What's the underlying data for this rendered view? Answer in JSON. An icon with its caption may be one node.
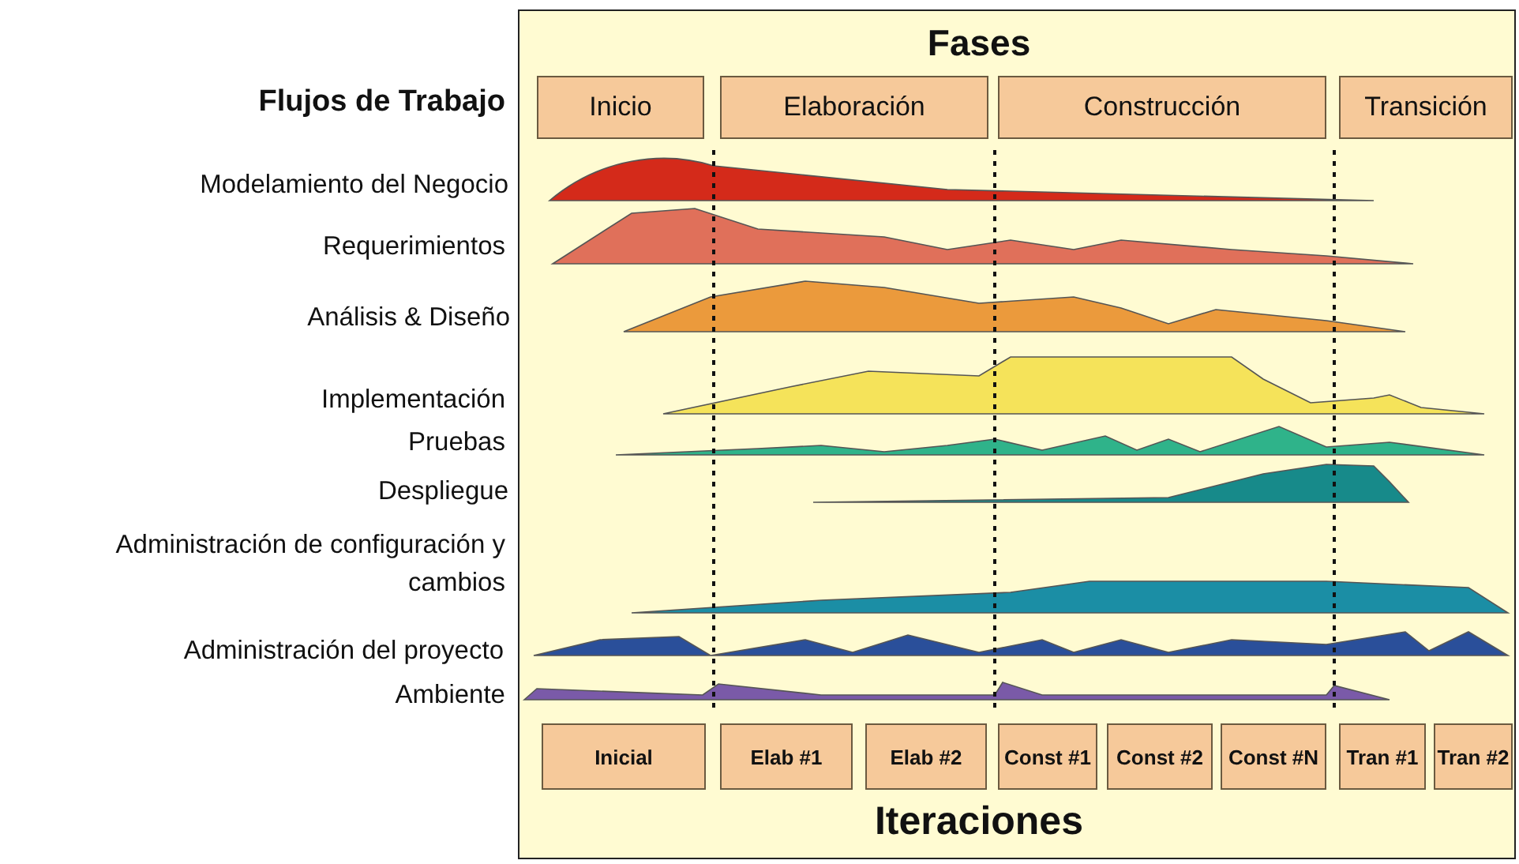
{
  "diagram": {
    "nodes": [
      {
        "text": [
          "Inicio"
        ]
      },
      {
        "text": [
          "Elaboración"
        ]
      },
      {
        "text": [
          "Construcción"
        ]
      },
      {
        "text": [
          "Transición"
        ]
      },
      {
        "text": [
          "Inicial"
        ]
      },
      {
        "text": [
          "Elab #1"
        ]
      },
      {
        "text": [
          "Elab #2"
        ]
      },
      {
        "text": [
          "Const #1"
        ]
      },
      {
        "text": [
          "Const #2"
        ]
      },
      {
        "text": [
          "Const #N"
        ]
      },
      {
        "text": [
          "Tran #1"
        ]
      },
      {
        "text": [
          "Tran #2"
        ]
      }
    ],
    "edges": [],
    "labels": [
      "Fases",
      "Flujos de Trabajo",
      "Modelamiento del Negocio",
      "Requerimientos",
      "Análisis & Diseño",
      "Implementación",
      "Pruebas",
      "Despliegue",
      "Administración de configuración y cambios",
      "Administración del proyecto",
      "Ambiente",
      "Iteraciones"
    ]
  }
}
